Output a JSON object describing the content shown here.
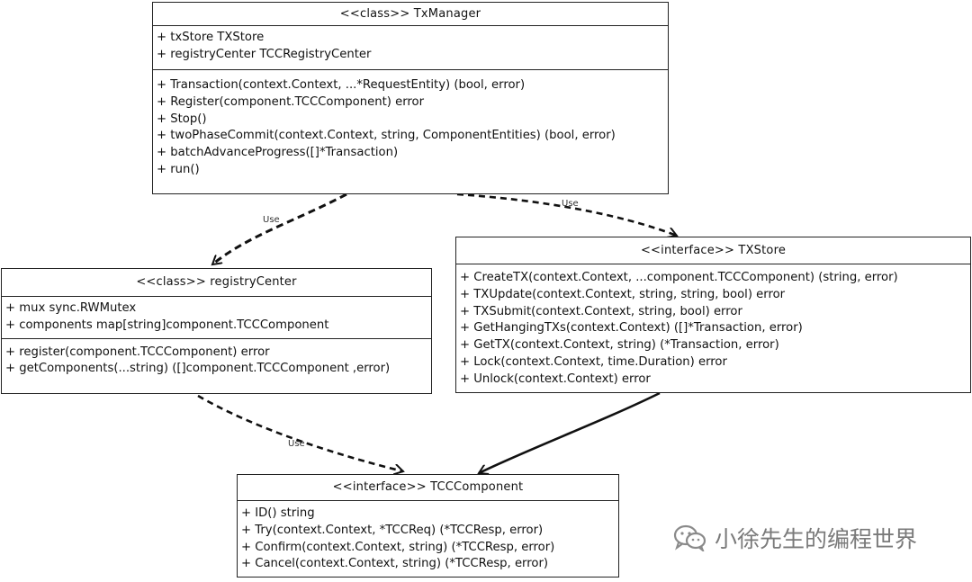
{
  "txmanager": {
    "title": "<<class>> TxManager",
    "fields": [
      "+ txStore  TXStore",
      "+ registryCenter  TCCRegistryCenter"
    ],
    "methods": [
      "+ Transaction(context.Context, ...*RequestEntity) (bool, error)",
      "+ Register(component.TCCComponent) error",
      "+ Stop()",
      "+ twoPhaseCommit(context.Context, string, ComponentEntities) (bool, error)",
      "+ batchAdvanceProgress([]*Transaction)",
      "+ run()"
    ]
  },
  "registrycenter": {
    "title": "<<class>> registryCenter",
    "fields": [
      "+ mux  sync.RWMutex",
      "+ components  map[string]component.TCCComponent"
    ],
    "methods": [
      "+ register(component.TCCComponent) error",
      "+ getComponents(...string) ([]component.TCCComponent ,error)"
    ]
  },
  "txstore": {
    "title": "<<interface>> TXStore",
    "methods": [
      "+ CreateTX(context.Context, ...component.TCCComponent) (string, error)",
      "+ TXUpdate(context.Context, string, string, bool) error",
      "+ TXSubmit(context.Context, string, bool) error",
      "+ GetHangingTXs(context.Context) ([]*Transaction, error)",
      "+ GetTX(context.Context, string) (*Transaction, error)",
      "+ Lock(context.Context, time.Duration) error",
      "+ Unlock(context.Context) error"
    ]
  },
  "tcccomponent": {
    "title": "<<interface>> TCCComponent",
    "methods": [
      "+ ID() string",
      "+ Try(context.Context, *TCCReq) (*TCCResp, error)",
      "+ Confirm(context.Context, string) (*TCCResp, error)",
      "+ Cancel(context.Context, string) (*TCCResp, error)"
    ]
  },
  "edges": {
    "use_label_1": "Use",
    "use_label_2": "Use",
    "use_label_3": "Use"
  },
  "watermark": {
    "text": "小徐先生的编程世界",
    "icon": "wechat-icon"
  }
}
